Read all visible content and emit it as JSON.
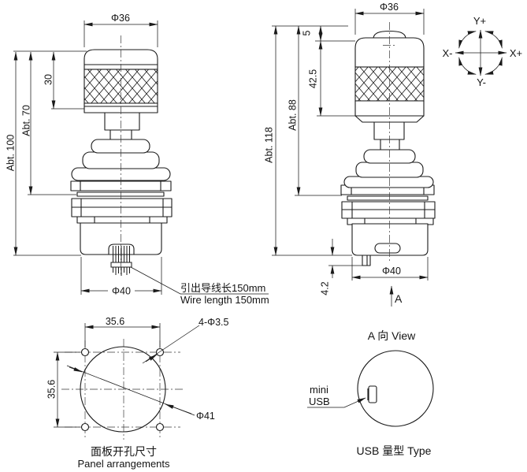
{
  "front_view": {
    "dia_top": "Φ36",
    "knob_height": "30",
    "height_to_panel": "Abt. 70",
    "height_total": "Abt. 100",
    "dia_body": "Φ40",
    "wire_note_zh": "引出导线长150mm",
    "wire_note_en": "Wire length 150mm"
  },
  "side_view": {
    "dia_top": "Φ36",
    "button_height": "5",
    "knob_length": "42.5",
    "height_to_panel": "Abt. 88",
    "height_total": "Abt. 118",
    "tab_height": "4.2",
    "dia_body": "Φ40",
    "section_arrow": "A"
  },
  "axis_indicator": {
    "y_plus": "Y+",
    "y_minus": "Y-",
    "x_minus": "X-",
    "x_plus": "X+"
  },
  "panel_view": {
    "hole_spacing_h": "35.6",
    "hole_spacing_v": "35.6",
    "mount_holes": "4-Φ3.5",
    "cutout_dia": "Φ41",
    "caption_zh": "面板开孔尺寸",
    "caption_en": "Panel arrangements"
  },
  "usb_view": {
    "title": "A 向 View",
    "port_label_line1": "mini",
    "port_label_line2": "USB",
    "caption": "USB 量型 Type"
  },
  "colors": {
    "line": "#1a1a1a",
    "background": "#ffffff"
  }
}
